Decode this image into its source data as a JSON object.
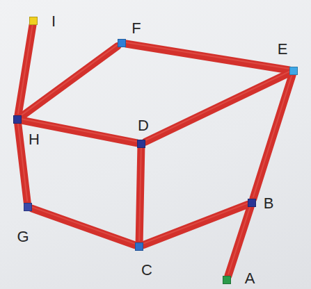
{
  "diagram": {
    "nodes": [
      {
        "text": [
          "I"
        ]
      },
      {
        "text": [
          "F"
        ]
      },
      {
        "text": [
          "E"
        ]
      },
      {
        "text": [
          "H"
        ]
      },
      {
        "text": [
          "D"
        ]
      },
      {
        "text": [
          "B"
        ]
      },
      {
        "text": [
          "G"
        ]
      },
      {
        "text": [
          "C"
        ]
      },
      {
        "text": [
          "A"
        ]
      }
    ],
    "edges": [
      {
        "from": 0,
        "to": 3,
        "arrow": "none"
      },
      {
        "from": 3,
        "to": 1,
        "arrow": "none"
      },
      {
        "from": 1,
        "to": 2,
        "arrow": "none"
      },
      {
        "from": 2,
        "to": 5,
        "arrow": "none"
      },
      {
        "from": 5,
        "to": 8,
        "arrow": "none"
      },
      {
        "from": 3,
        "to": 4,
        "arrow": "none"
      },
      {
        "from": 4,
        "to": 2,
        "arrow": "none"
      },
      {
        "from": 4,
        "to": 7,
        "arrow": "none"
      },
      {
        "from": 3,
        "to": 6,
        "arrow": "none"
      },
      {
        "from": 6,
        "to": 7,
        "arrow": "none"
      },
      {
        "from": 7,
        "to": 5,
        "arrow": "none"
      }
    ]
  }
}
